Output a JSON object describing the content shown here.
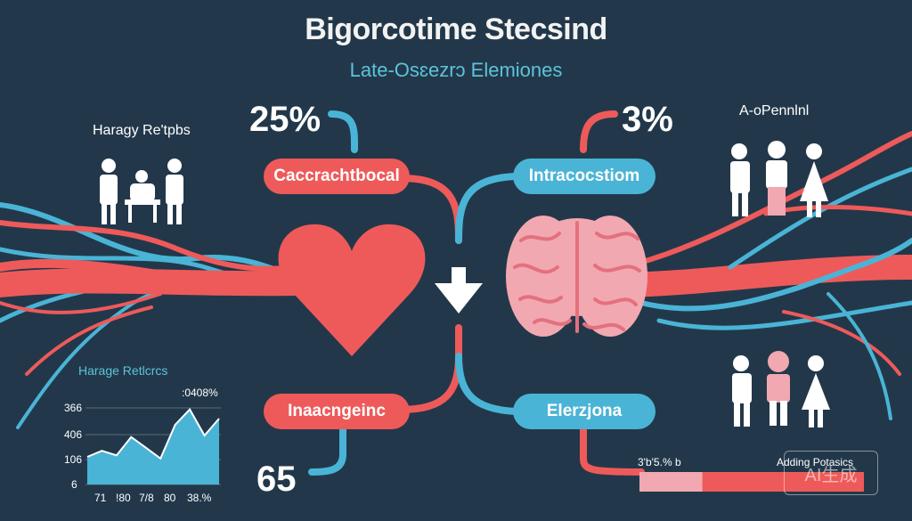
{
  "header": {
    "title": "Bigorcotime Stecsind",
    "subtitle": "Late-Osɛezrɔ Elemiones"
  },
  "stats": {
    "top_left": "25%",
    "top_right": "3%",
    "bottom_left": "65"
  },
  "pills": {
    "top_left": "Caccrachtbocal",
    "top_right": "Intracocstiom",
    "bottom_left": "Inaacngeinc",
    "bottom_right": "Elerzjona"
  },
  "groups": {
    "top_left_label": "Haragy Re'tpbs",
    "top_right_label": "A-oPennlnl"
  },
  "mini_chart": {
    "title": "Harage Retlcrcs",
    "corner_value": ":0408%"
  },
  "chart_data": {
    "type": "area",
    "title": "Harage Retlcrcs",
    "y_tick_labels": [
      "366",
      "406",
      "106",
      "6"
    ],
    "x_tick_labels": [
      "71",
      "!80",
      "7/8",
      "80",
      "38.%"
    ],
    "annotation": ":0408%",
    "series": [
      {
        "values": [
          0.36,
          0.44,
          0.38,
          0.62,
          0.48,
          0.34,
          0.78,
          0.98,
          0.64,
          0.86
        ]
      }
    ]
  },
  "progress": {
    "left_label": "3'b'5.% b",
    "right_label": "Adding Potasics",
    "fill_fraction": 0.28
  },
  "colors": {
    "background": "#22384a",
    "red": "#ee5a5a",
    "blue": "#4ab4d6",
    "pink": "#f2a8b0"
  },
  "icons": [
    "heart-icon",
    "brain-icon",
    "down-arrow-icon",
    "people-group-icon"
  ],
  "watermark": "AI生成"
}
